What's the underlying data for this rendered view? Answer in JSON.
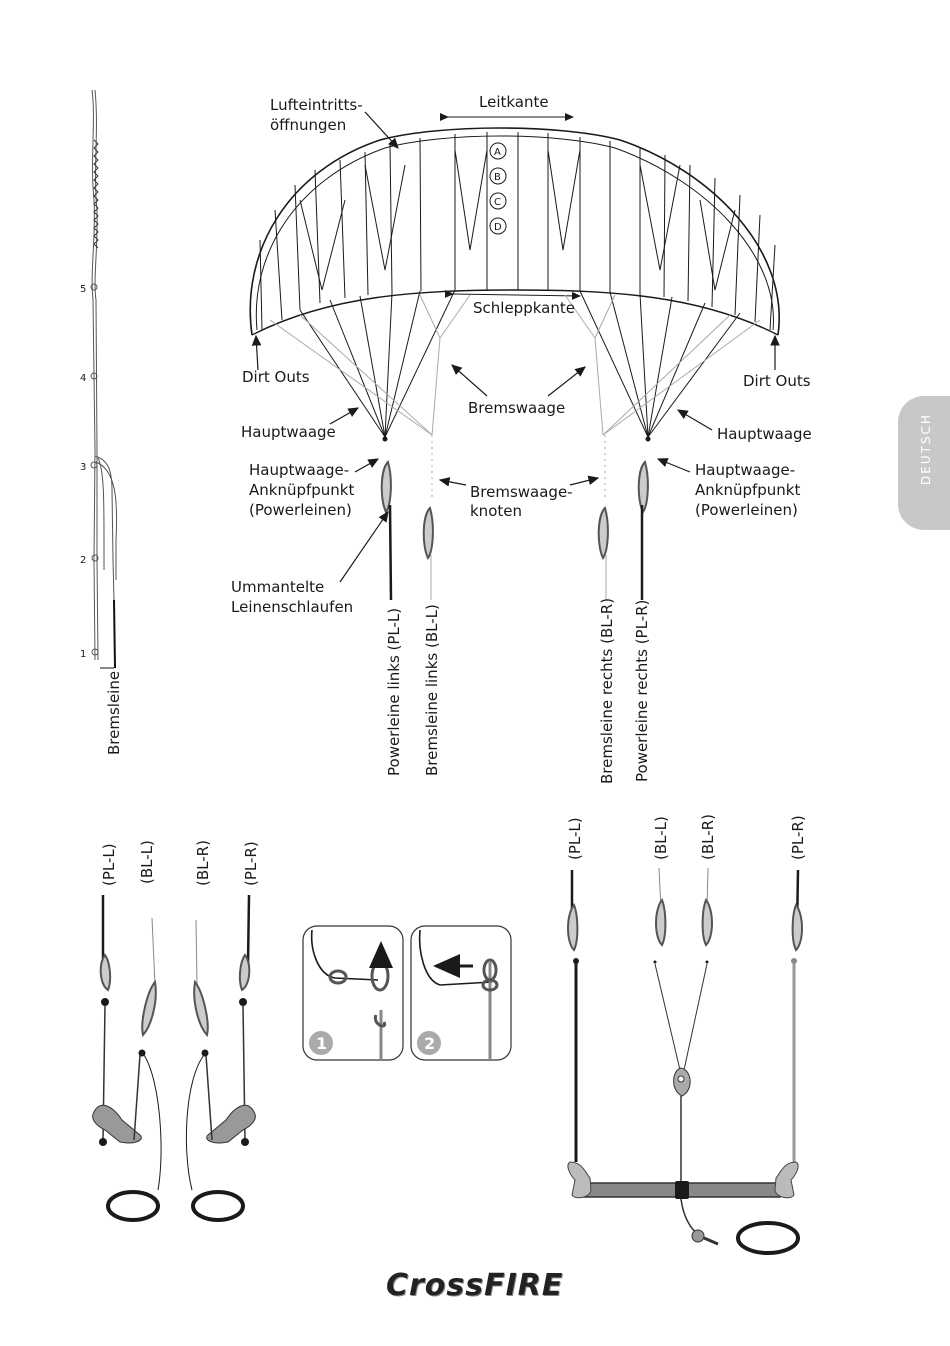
{
  "labels": {
    "lufteintritt": [
      "Lufteintritts-",
      "öffnungen"
    ],
    "leitkante": "Leitkante",
    "cells": [
      "A",
      "B",
      "C",
      "D"
    ],
    "schleppkante": "Schleppkante",
    "dirt_outs": "Dirt Outs",
    "bremswaage": "Bremswaage",
    "hauptwaage": "Hauptwaage",
    "anknuepf": [
      "Hauptwaage-",
      "Anknüpfpunkt",
      "(Powerleinen)"
    ],
    "bremsknoten": [
      "Bremswaage-",
      "knoten"
    ],
    "ummantelt": [
      "Ummantelte",
      "Leinenschlaufen"
    ],
    "bremsleine": "Bremsleine",
    "pl_l": "Powerleine links (PL-L)",
    "bl_l": "Bremsleine links (BL-L)",
    "bl_r": "Bremsleine rechts (BL-R)",
    "pl_r": "Powerleine rechts (PL-R)",
    "short_pl_l": "(PL-L)",
    "short_bl_l": "(BL-L)",
    "short_bl_r": "(BL-R)",
    "short_pl_r": "(PL-R)",
    "knots": [
      "5",
      "4",
      "3",
      "2",
      "1"
    ],
    "steps": [
      "1",
      "2"
    ]
  },
  "side_tab": "DEUTSCH",
  "logo": "CrossFIRE"
}
